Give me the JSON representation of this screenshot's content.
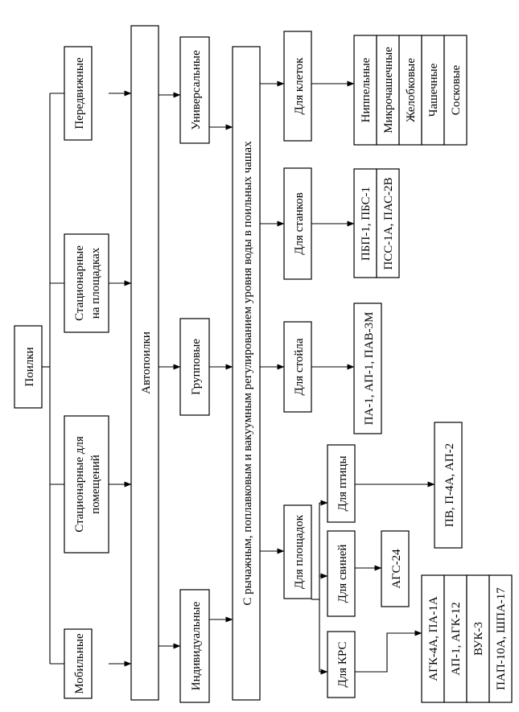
{
  "diagram": {
    "root": "Поилки",
    "types": {
      "mobile": "Мобильные",
      "indoor_line1": "Стационарные для",
      "indoor_line2": "помещений",
      "site_line1": "Стационарные",
      "site_line2": "на площадках",
      "portable": "Передвижные"
    },
    "auto": "Автопоилки",
    "auto_kinds": {
      "individual": "Индивидуальные",
      "group": "Групповые",
      "universal": "Универсальные"
    },
    "regulation": "С рычажным, поплавковым и вакуумным регулированием уровня воды в поильных чашах",
    "purpose": {
      "sites": "Для площадок",
      "stall": "Для стойла",
      "machines": "Для станков",
      "cages": "Для клеток"
    },
    "animals": {
      "cattle": "Для КРС",
      "pigs": "Для свиней",
      "birds": "Для птицы"
    },
    "models": {
      "cattle": [
        "АГК-4А, ПА-1А",
        "АП-1, АГК-12",
        "ВУК-3",
        "ПАП-10А, ШПА-17"
      ],
      "pigs": "АГС-24",
      "birds": "ПВ, П-4А, АП-2",
      "stall": "ПА-1, АП-1, ПАВ-3М",
      "machines": [
        "ПБП-1, ПБС-1",
        "ПСС-1А, ПАС-2В"
      ],
      "cages": [
        "Ниппельные",
        "Микрочашечные",
        "Желобковые",
        "Чашечные",
        "Сосковые"
      ]
    }
  }
}
